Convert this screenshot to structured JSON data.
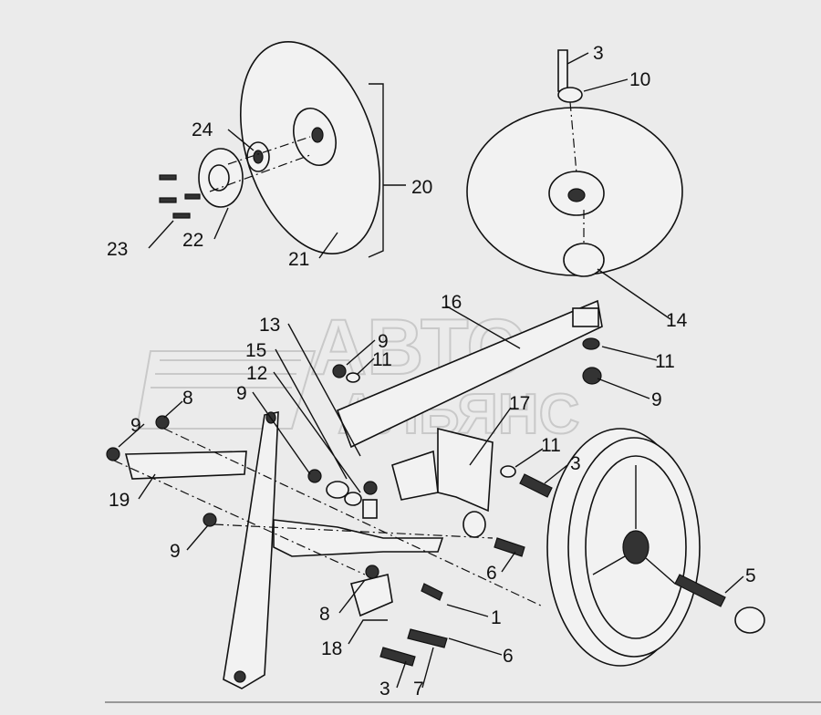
{
  "watermark": {
    "line1": "АВТО",
    "line2": "АЛЬЯНС"
  },
  "callouts": [
    {
      "id": "c-3a",
      "label": "3"
    },
    {
      "id": "c-10",
      "label": "10"
    },
    {
      "id": "c-24",
      "label": "24"
    },
    {
      "id": "c-20",
      "label": "20"
    },
    {
      "id": "c-23",
      "label": "23"
    },
    {
      "id": "c-22",
      "label": "22"
    },
    {
      "id": "c-21",
      "label": "21"
    },
    {
      "id": "c-16",
      "label": "16"
    },
    {
      "id": "c-14",
      "label": "14"
    },
    {
      "id": "c-13",
      "label": "13"
    },
    {
      "id": "c-9a",
      "label": "9"
    },
    {
      "id": "c-15",
      "label": "15"
    },
    {
      "id": "c-11a",
      "label": "11"
    },
    {
      "id": "c-11b",
      "label": "11"
    },
    {
      "id": "c-12",
      "label": "12"
    },
    {
      "id": "c-9b",
      "label": "9"
    },
    {
      "id": "c-8a",
      "label": "8"
    },
    {
      "id": "c-9c",
      "label": "9"
    },
    {
      "id": "c-17",
      "label": "17"
    },
    {
      "id": "c-9d",
      "label": "9"
    },
    {
      "id": "c-11c",
      "label": "11"
    },
    {
      "id": "c-3b",
      "label": "3"
    },
    {
      "id": "c-19",
      "label": "19"
    },
    {
      "id": "c-9e",
      "label": "9"
    },
    {
      "id": "c-6a",
      "label": "6"
    },
    {
      "id": "c-5",
      "label": "5"
    },
    {
      "id": "c-8b",
      "label": "8"
    },
    {
      "id": "c-1",
      "label": "1"
    },
    {
      "id": "c-6b",
      "label": "6"
    },
    {
      "id": "c-18",
      "label": "18"
    },
    {
      "id": "c-3c",
      "label": "3"
    },
    {
      "id": "c-7",
      "label": "7"
    }
  ]
}
